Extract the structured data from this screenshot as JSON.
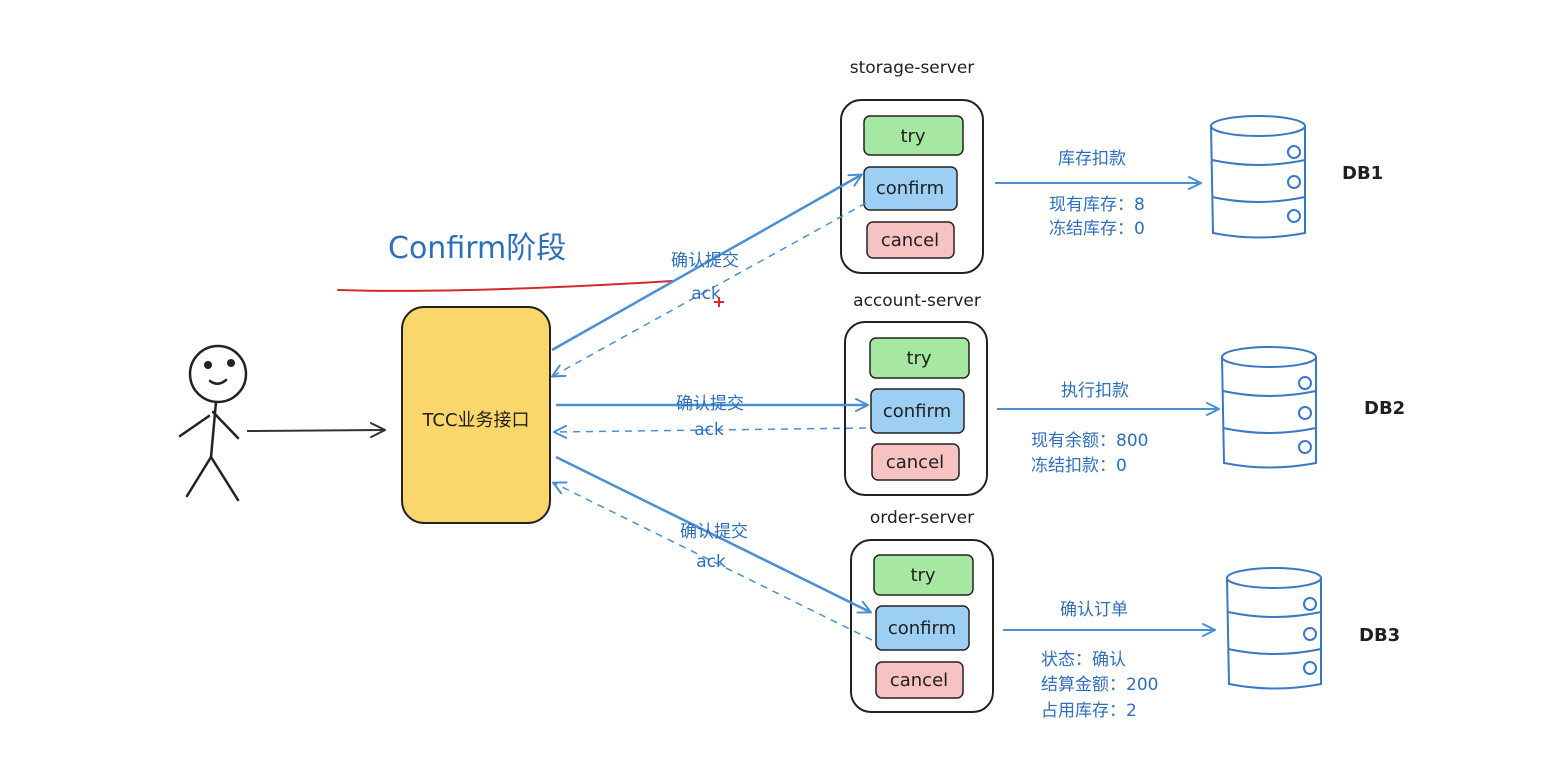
{
  "title": "Confirm阶段",
  "gateway": {
    "label": "TCC业务接口"
  },
  "services": [
    {
      "name": "storage-server",
      "buttons": [
        "try",
        "confirm",
        "cancel"
      ],
      "db_action": "库存扣款",
      "info": [
        "现有库存：8",
        "冻结库存：0"
      ],
      "db": "DB1"
    },
    {
      "name": "account-server",
      "buttons": [
        "try",
        "confirm",
        "cancel"
      ],
      "db_action": "执行扣款",
      "info": [
        "现有余额：800",
        "冻结扣款：0"
      ],
      "db": "DB2"
    },
    {
      "name": "order-server",
      "buttons": [
        "try",
        "confirm",
        "cancel"
      ],
      "db_action": "确认订单",
      "info": [
        "状态：确认",
        "结算金额：200",
        "占用库存：2"
      ],
      "db": "DB3"
    }
  ],
  "edges": {
    "request_label": "确认提交",
    "ack_label": "ack"
  },
  "colors": {
    "blue": "#2f6fba",
    "arrow": "#4a8fd4",
    "red": "#d42a2a",
    "yellow": "#fad66b",
    "try": "#a6e8a1",
    "confirm": "#9dcef3",
    "cancel": "#f7c2c2",
    "outline": "#1f1f1f"
  },
  "icons": [
    "stick-figure-icon",
    "database-icon",
    "cursor-plus-icon"
  ]
}
